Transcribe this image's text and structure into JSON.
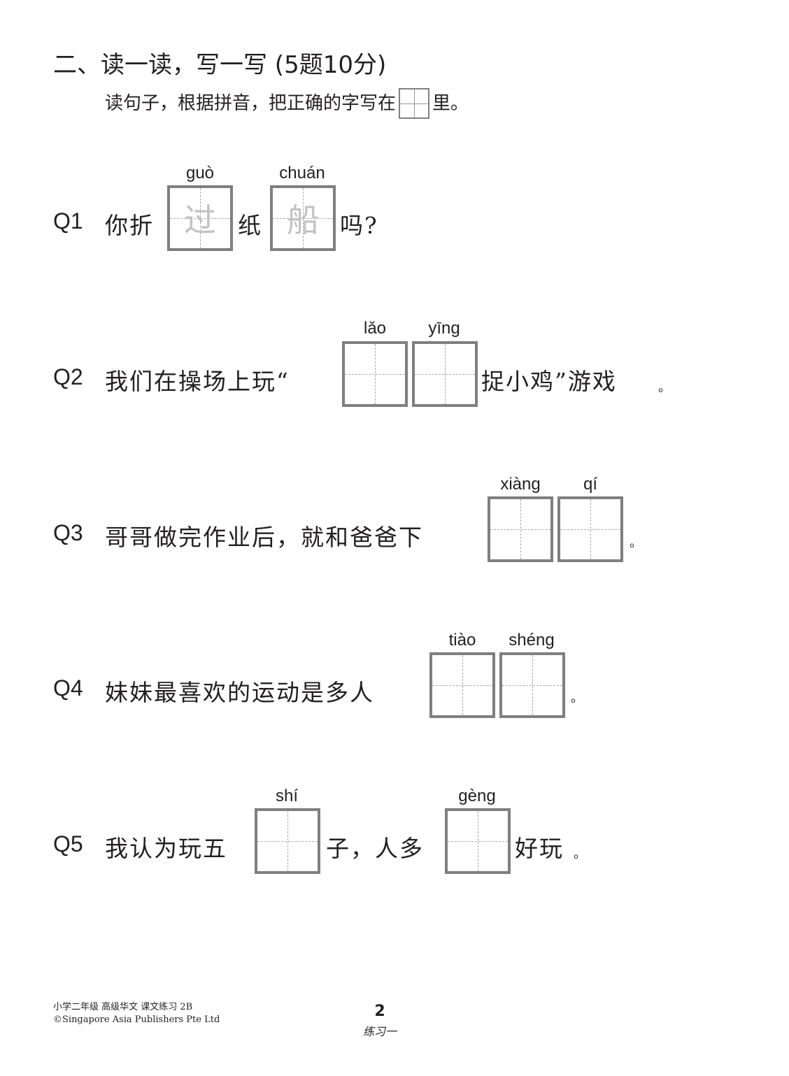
{
  "section": {
    "title": "二、读一读，写一写 (5题10分)",
    "instruction_before": "读句子，根据拼音，把正确的字写在",
    "instruction_after": "里。"
  },
  "questions": [
    {
      "number": "Q1",
      "parts": [
        "你折",
        "纸",
        "吗?"
      ],
      "boxes": [
        {
          "pinyin": "guò",
          "answer": "过"
        },
        {
          "pinyin": "chuán",
          "answer": "船"
        }
      ]
    },
    {
      "number": "Q2",
      "parts": [
        "我们在操场上玩“",
        "捉小鸡”游戏",
        "。"
      ],
      "boxes": [
        {
          "pinyin": "lǎo",
          "answer": ""
        },
        {
          "pinyin": "yīng",
          "answer": ""
        }
      ]
    },
    {
      "number": "Q3",
      "parts": [
        "哥哥做完作业后，就和爸爸下",
        "。"
      ],
      "boxes": [
        {
          "pinyin": "xiàng",
          "answer": ""
        },
        {
          "pinyin": "qí",
          "answer": ""
        }
      ]
    },
    {
      "number": "Q4",
      "parts": [
        "妹妹最喜欢的运动是多人",
        "。"
      ],
      "boxes": [
        {
          "pinyin": "tiào",
          "answer": ""
        },
        {
          "pinyin": "shéng",
          "answer": ""
        }
      ]
    },
    {
      "number": "Q5",
      "parts": [
        "我认为玩五",
        "子，人多",
        "好玩",
        "。"
      ],
      "boxes": [
        {
          "pinyin": "shí",
          "answer": ""
        },
        {
          "pinyin": "gèng",
          "answer": ""
        }
      ]
    }
  ],
  "footer": {
    "book": "小学二年级 高级华文 课文练习 2B",
    "copyright": "©Singapore Asia Publishers Pte Ltd",
    "page_number": "2",
    "exercise": "练习一"
  }
}
